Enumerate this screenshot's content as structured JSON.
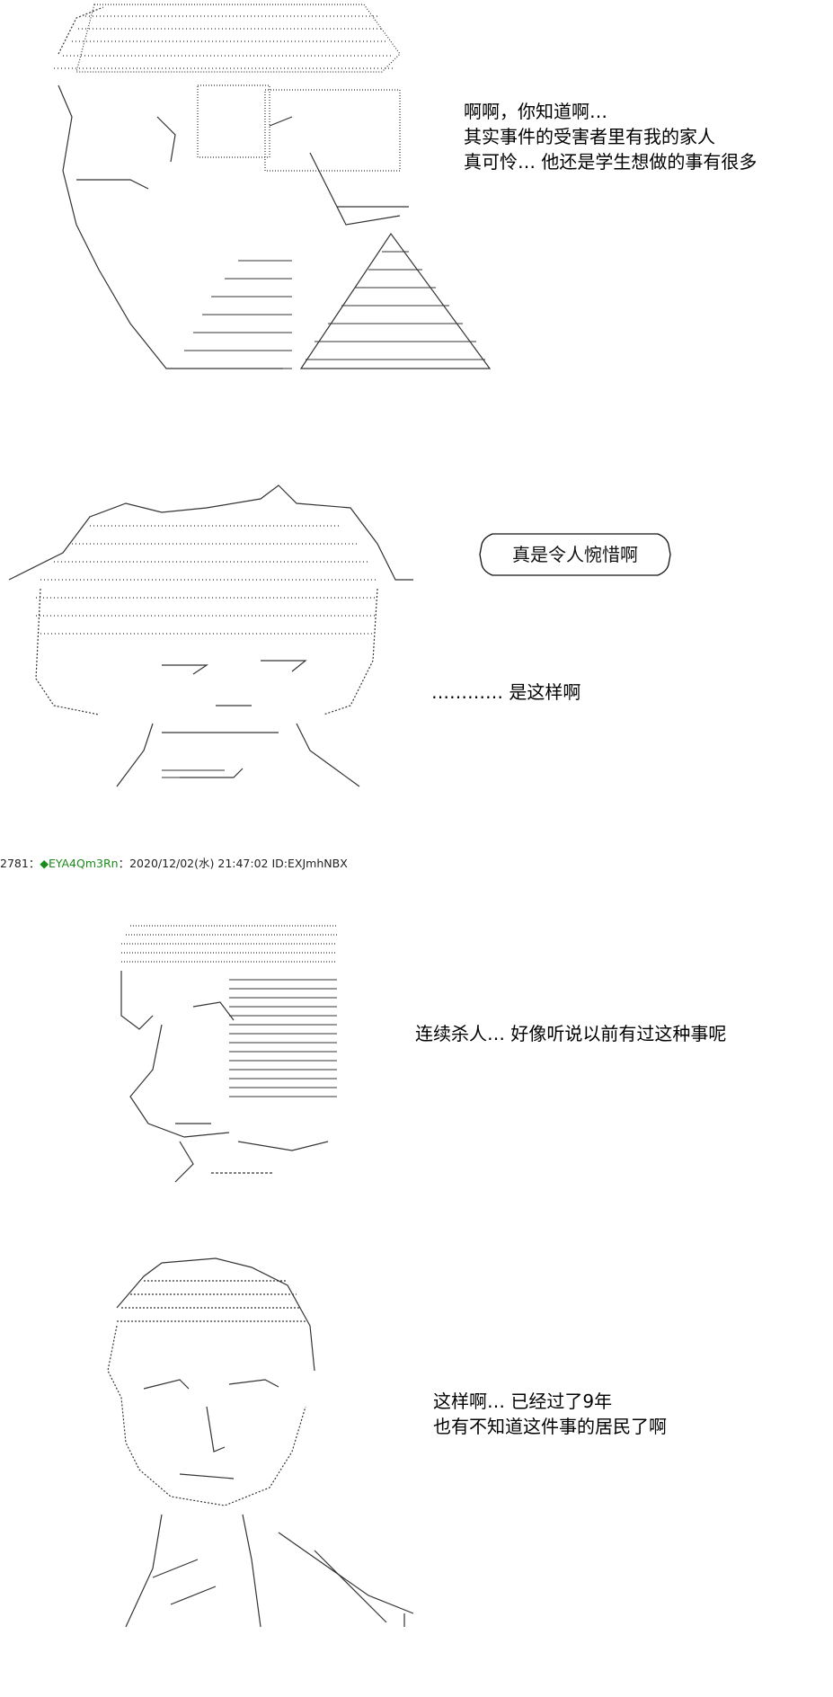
{
  "panels": [
    {
      "art_icon": "ascii-art-man-glasses-suit",
      "lines": [
        "啊啊，你知道啊…",
        "其实事件的受害者里有我的家人",
        "真可怜… 他还是学生想做的事有很多"
      ]
    },
    {
      "art_icon": "ascii-art-boy-messy-hair",
      "bubble": "真是令人惋惜啊",
      "line": "………… 是这样啊"
    },
    {
      "post_header": {
        "number": "2781",
        "separator": "：",
        "trip": "◆EYA4Qm3Rn",
        "date": "：2020/12/02(水) 21:47:02",
        "id": "ID:EXJmhNBX"
      },
      "art_icon": "ascii-art-man-side-profile",
      "lines": [
        "连续杀人… 好像听说以前有过这种事呢"
      ]
    },
    {
      "art_icon": "ascii-art-man-short-hair",
      "lines": [
        "这样啊… 已经过了9年",
        "也有不知道这件事的居民了啊"
      ]
    }
  ],
  "colors": {
    "trip": "#1a8a1a",
    "text": "#111111",
    "art": "#222222"
  }
}
